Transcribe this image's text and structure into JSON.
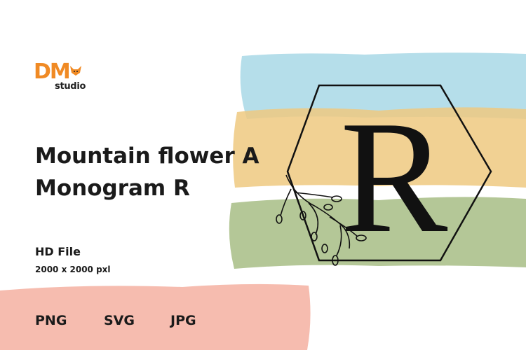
{
  "brand": {
    "logo_text": "DM",
    "logo_subtext": "studio",
    "accent_color": "#f08a24"
  },
  "title": {
    "line1": "Mountain flower A",
    "line2": "Monogram R"
  },
  "file_info": {
    "label": "HD File",
    "size": "2000 x 2000 pxl"
  },
  "formats": [
    "PNG",
    "SVG",
    "JPG"
  ],
  "monogram": {
    "letter": "R",
    "frame_shape": "hexagon",
    "ornament": "leafy-branch-icon"
  },
  "palette": {
    "blue_stroke": "#a8d8e6",
    "yellow_stroke": "#efc980",
    "green_stroke": "#a7bd85",
    "coral_stroke": "#f5b0a1"
  }
}
